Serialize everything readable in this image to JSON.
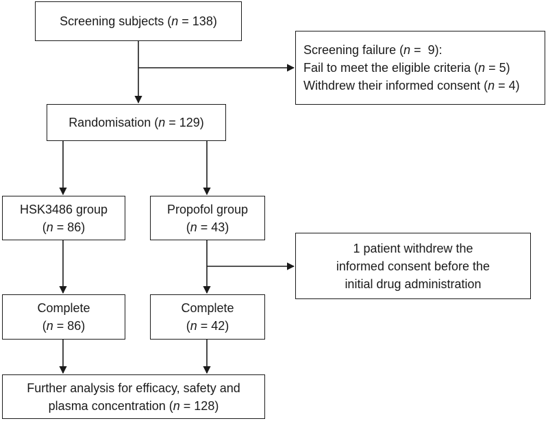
{
  "boxes": {
    "screening": {
      "lines": [
        {
          "pre": "Screening subjects (",
          "n": "n",
          "post": " = 138)"
        }
      ]
    },
    "failure": {
      "lines": [
        {
          "pre": "Screening failure (",
          "n": "n",
          "post": " =  9):"
        },
        {
          "pre": "Fail to meet the eligible criteria (",
          "n": "n",
          "post": " = 5)"
        },
        {
          "pre": "Withdrew their informed consent (",
          "n": "n",
          "post": " = 4)"
        }
      ]
    },
    "randomisation": {
      "lines": [
        {
          "pre": "Randomisation (",
          "n": "n",
          "post": " = 129)"
        }
      ]
    },
    "hsk_group": {
      "lines": [
        {
          "pre": "HSK3486 group",
          "n": "",
          "post": ""
        },
        {
          "pre": "(",
          "n": "n",
          "post": " = 86)"
        }
      ]
    },
    "propofol_group": {
      "lines": [
        {
          "pre": "Propofol group",
          "n": "",
          "post": ""
        },
        {
          "pre": "(",
          "n": "n",
          "post": " = 43)"
        }
      ]
    },
    "withdrew": {
      "lines": [
        {
          "pre": "1 patient withdrew the",
          "n": "",
          "post": ""
        },
        {
          "pre": "informed consent before the",
          "n": "",
          "post": ""
        },
        {
          "pre": "initial drug administration",
          "n": "",
          "post": ""
        }
      ]
    },
    "complete_hsk": {
      "lines": [
        {
          "pre": "Complete",
          "n": "",
          "post": ""
        },
        {
          "pre": "(",
          "n": "n",
          "post": " = 86)"
        }
      ]
    },
    "complete_propofol": {
      "lines": [
        {
          "pre": "Complete",
          "n": "",
          "post": ""
        },
        {
          "pre": "(",
          "n": "n",
          "post": " = 42)"
        }
      ]
    },
    "analysis": {
      "lines": [
        {
          "pre": "Further analysis for efficacy, safety and",
          "n": "",
          "post": ""
        },
        {
          "pre": "plasma concentration (",
          "n": "n",
          "post": " = 128)"
        }
      ]
    }
  }
}
